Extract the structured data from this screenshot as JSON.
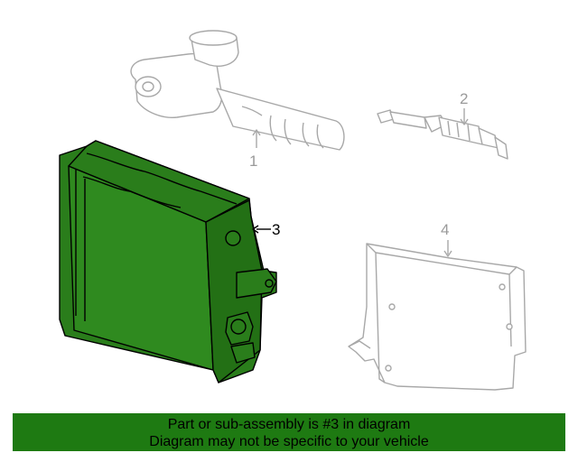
{
  "diagram": {
    "callouts": [
      {
        "number": "1",
        "part": "ignition coil",
        "highlighted": false
      },
      {
        "number": "2",
        "part": "spark plug",
        "highlighted": false
      },
      {
        "number": "3",
        "part": "control module",
        "highlighted": true
      },
      {
        "number": "4",
        "part": "bracket",
        "highlighted": false
      }
    ]
  },
  "colors": {
    "highlight_fill": "#2a7d1b",
    "highlight_outline": "#000000",
    "faded_line": "#a8a8a8",
    "banner_background": "#1e7a12",
    "banner_text": "#000000"
  },
  "footer": {
    "line1": "Part or sub-assembly is #3 in diagram",
    "line2": "Diagram may not be specific to your vehicle"
  }
}
